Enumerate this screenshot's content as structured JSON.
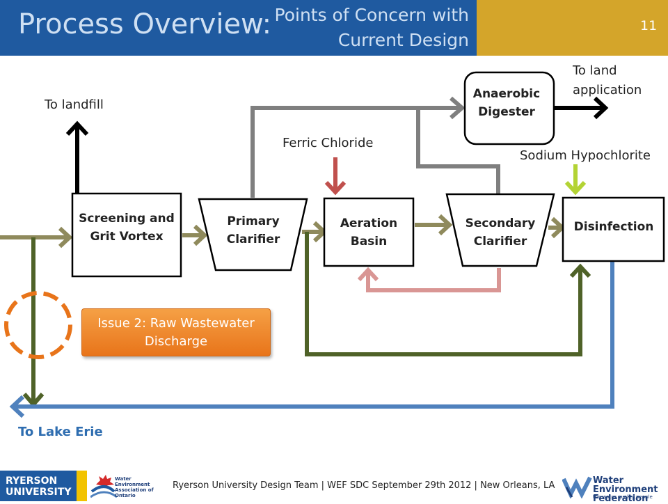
{
  "header": {
    "title": "Process Overview:",
    "subtitle": "Points of Concern with Current Design",
    "slide_number": "11"
  },
  "colors": {
    "header_blue": "#1f5aa0",
    "header_gold": "#d4a52a",
    "feed_olive": "#8f8a5c",
    "bypass_green": "#4f6228",
    "sludge_gray": "#7f7f7f",
    "ferric_red": "#c0504d",
    "return_pink": "#d99694",
    "hypochlorite_lime": "#b3d334",
    "effluent_blue": "#4f81bd",
    "issue_orange": "#e8741a"
  },
  "diagram": {
    "screening": "Screening and Grit Vortex",
    "primary": "Primary Clarifier",
    "aeration": "Aeration Basin",
    "secondary": "Secondary Clarifier",
    "disinfection": "Disinfection",
    "digester": "Anaerobic Digester",
    "to_landfill": "To landfill",
    "to_land": "To land application",
    "ferric": "Ferric Chloride",
    "sodium": "Sodium Hypochlorite",
    "to_lake": "To Lake Erie",
    "issue": "Issue 2: Raw Wastewater Discharge"
  },
  "footer": {
    "university_logo": "RYERSON UNIVERSITY",
    "weao_logo": "Water Environment Association of Ontario",
    "text": "Ryerson University Design Team | WEF SDC  September 29th 2012  | New Orleans, LA",
    "wef_logo": "Water Environment Federation",
    "wef_tagline": "the water quality people"
  }
}
